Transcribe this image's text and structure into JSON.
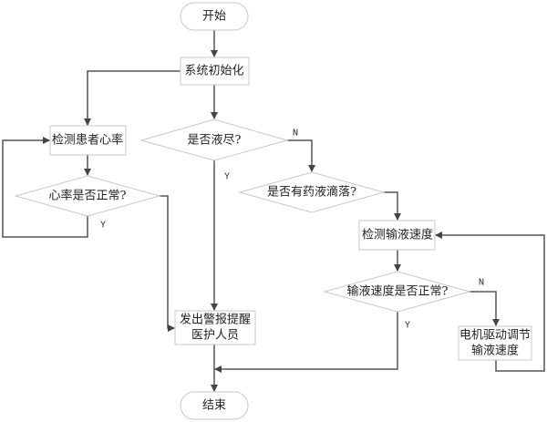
{
  "diagram": {
    "type": "flowchart",
    "nodes": {
      "start": {
        "label": "开始",
        "kind": "terminal"
      },
      "init": {
        "label": "系统初始化",
        "kind": "process"
      },
      "heart_detect": {
        "label": "检测患者心率",
        "kind": "process"
      },
      "heart_ok": {
        "label": "心率是否正常?",
        "kind": "decision"
      },
      "fluid_empty": {
        "label": "是否液尽?",
        "kind": "decision"
      },
      "drip": {
        "label": "是否有药液滴落?",
        "kind": "decision"
      },
      "speed_detect": {
        "label": "检测输液速度",
        "kind": "process"
      },
      "speed_ok": {
        "label": "输液速度是否正常?",
        "kind": "decision"
      },
      "alarm": {
        "label_line1": "发出警报提醒",
        "label_line2": "医护人员",
        "kind": "process"
      },
      "motor": {
        "label_line1": "电机驱动调节",
        "label_line2": "输液速度",
        "kind": "process"
      },
      "end": {
        "label": "结束",
        "kind": "terminal"
      }
    },
    "branch_labels": {
      "heart_ok_yes": "Y",
      "fluid_empty_no": "N",
      "fluid_empty_yes": "Y",
      "speed_ok_no": "N",
      "speed_ok_yes": "Y"
    },
    "edges": [
      {
        "from": "start",
        "to": "init"
      },
      {
        "from": "init",
        "to": "heart_detect"
      },
      {
        "from": "init",
        "to": "fluid_empty"
      },
      {
        "from": "heart_detect",
        "to": "heart_ok"
      },
      {
        "from": "heart_ok",
        "to": "heart_detect",
        "label": "Y"
      },
      {
        "from": "heart_ok",
        "to": "alarm",
        "label": ""
      },
      {
        "from": "fluid_empty",
        "to": "drip",
        "label": "N"
      },
      {
        "from": "fluid_empty",
        "to": "alarm",
        "label": "Y"
      },
      {
        "from": "drip",
        "to": "speed_detect"
      },
      {
        "from": "speed_detect",
        "to": "speed_ok"
      },
      {
        "from": "speed_ok",
        "to": "motor",
        "label": "N"
      },
      {
        "from": "motor",
        "to": "speed_detect"
      },
      {
        "from": "speed_ok",
        "to": "end",
        "label": "Y"
      },
      {
        "from": "alarm",
        "to": "end"
      }
    ]
  }
}
